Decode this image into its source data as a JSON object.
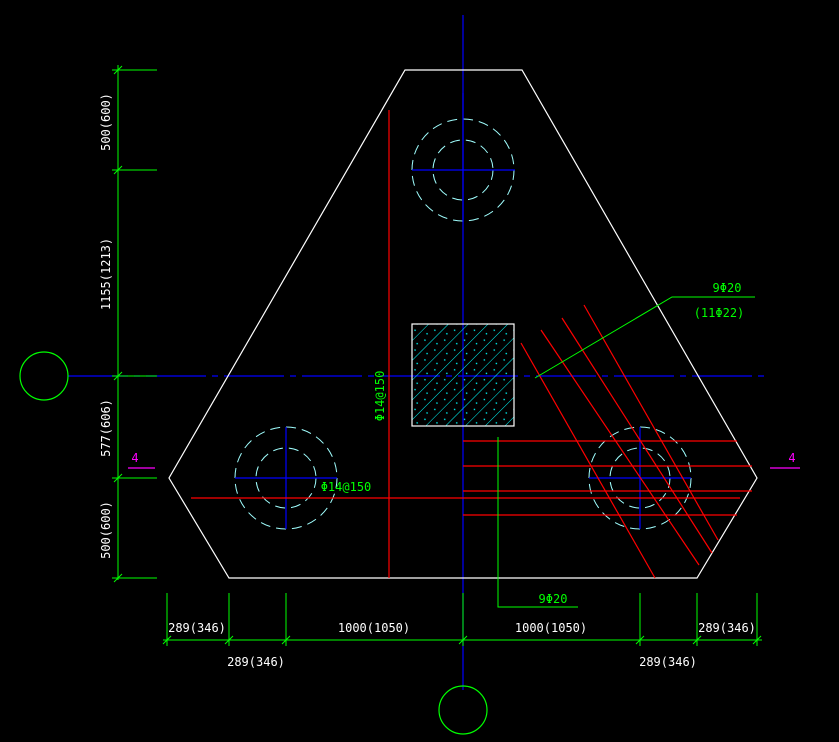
{
  "colors": {
    "background": "#000000",
    "outline": "#ffffff",
    "dimension": "#00ff00",
    "axis": "#0000ff",
    "pile": "#00ff00",
    "pile_dashed": "#a0ffff",
    "rebar": "#ff0000",
    "column": "#00ffff",
    "section_mark": "#ff00ff",
    "text_light": "#ffffff"
  },
  "dimensions": {
    "left": {
      "top": "500(600)",
      "upper": "1155(1213)",
      "lower": "577(606)",
      "bottom": "500(600)"
    },
    "bottom_row1": {
      "left": "289(346)",
      "center_left": "1000(1050)",
      "center_right": "1000(1050)",
      "right": "289(346)"
    },
    "bottom_row2": {
      "left": "289(346)",
      "right": "289(346)"
    }
  },
  "annotations": {
    "rebar_diag_line1": "9Φ20",
    "rebar_diag_line2": "(11Φ22)",
    "rebar_vertical_spacing": "Φ14@150",
    "rebar_horizontal_spacing": "Φ14@150",
    "rebar_bottom": "9Φ20"
  },
  "section_marks": {
    "left": "4",
    "right": "4"
  }
}
